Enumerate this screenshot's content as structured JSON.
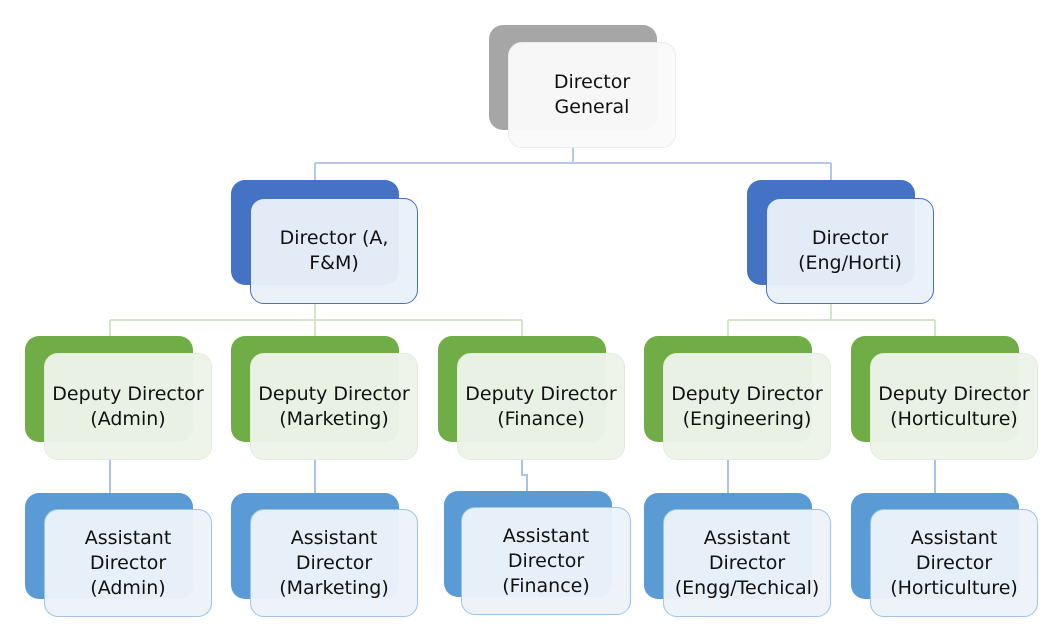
{
  "title": "Organization Chart",
  "colors": {
    "gray": "#a6a6a6",
    "blue_dark": "#4472c4",
    "green": "#70ad47",
    "blue_light": "#5b9bd5",
    "front_gray": "#f9f9f9",
    "front_blue": "#eaf0f9",
    "front_green": "#eef4ea",
    "front_lightblue": "#edf3fa"
  },
  "root": {
    "label": "Director\nGeneral"
  },
  "directors": [
    {
      "label": "Director (A,\nF&M)"
    },
    {
      "label": "Director\n(Eng/Horti)"
    }
  ],
  "deputies": [
    {
      "label": "Deputy Director\n(Admin)",
      "reports_to": 0
    },
    {
      "label": "Deputy Director\n(Marketing)",
      "reports_to": 0
    },
    {
      "label": "Deputy Director\n(Finance)",
      "reports_to": 0
    },
    {
      "label": "Deputy Director\n(Engineering)",
      "reports_to": 1
    },
    {
      "label": "Deputy Director\n(Horticulture)",
      "reports_to": 1
    }
  ],
  "assistants": [
    {
      "label": "Assistant\nDirector\n(Admin)",
      "reports_to": 0
    },
    {
      "label": "Assistant\nDirector\n(Marketing)",
      "reports_to": 1
    },
    {
      "label": "Assistant\nDirector\n(Finance)",
      "reports_to": 2
    },
    {
      "label": "Assistant\nDirector\n(Engg/Techical)",
      "reports_to": 3
    },
    {
      "label": "Assistant\nDirector\n(Horticulture)",
      "reports_to": 4
    }
  ]
}
